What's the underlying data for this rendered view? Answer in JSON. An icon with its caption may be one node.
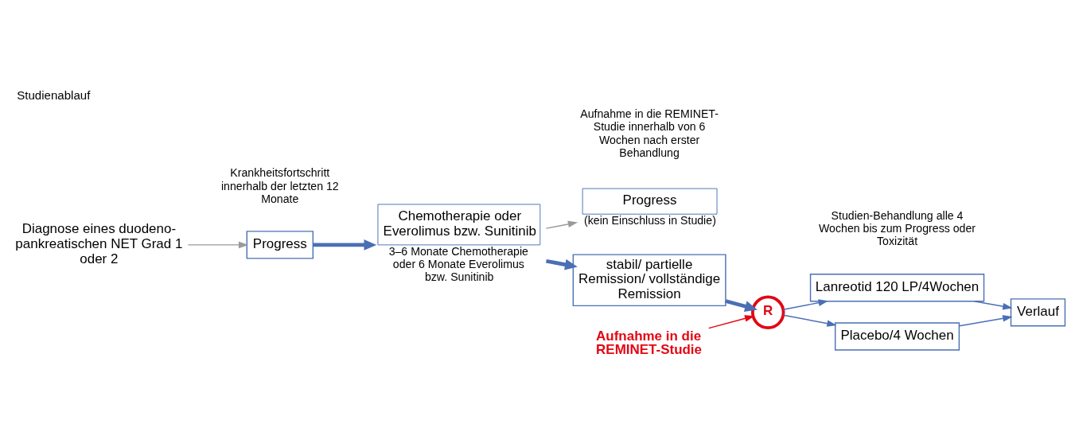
{
  "diagram": {
    "title": "Studienablauf",
    "nodes": [
      {
        "text": [
          "Diagnose eines duodeno-pankreatischen NET Grad 1 oder 2"
        ]
      },
      {
        "text": [
          "Progress"
        ]
      },
      {
        "text": [
          "Chemotherapie oder Everolimus bzw. Sunitinib"
        ],
        "beside": [
          "3–6 Monate Chemotherapie oder 6 Monate Everolimus bzw. Sunitinib"
        ]
      },
      {
        "text": [
          "Progress"
        ],
        "beside": [
          "(kein Einschluss in Studie)"
        ]
      },
      {
        "text": [
          "stabil/ partielle Remission/ vollständige Remission"
        ]
      },
      {
        "text": [
          "R"
        ]
      },
      {
        "text": [
          "Aufnahme in die REMINET-Studie"
        ]
      },
      {
        "text": [
          "Lanreotid 120 LP/4Wochen"
        ]
      },
      {
        "text": [
          "Placebo/4 Wochen"
        ]
      },
      {
        "text": [
          "Verlauf"
        ]
      }
    ],
    "edges": [
      {
        "from": 0,
        "to": 1,
        "arrow": "to",
        "color": "#9a9a9a"
      },
      {
        "from": 1,
        "to": 2,
        "arrow": "to",
        "style": "thick"
      },
      {
        "from": 2,
        "to": 3,
        "arrow": "to",
        "color": "#9a9a9a"
      },
      {
        "from": 2,
        "to": 4,
        "arrow": "to",
        "style": "thick"
      },
      {
        "from": 4,
        "to": 5,
        "arrow": "to",
        "style": "thick"
      },
      {
        "from": 6,
        "to": 5,
        "arrow": "to",
        "color": "#e30613"
      },
      {
        "from": 5,
        "to": 7,
        "arrow": "to"
      },
      {
        "from": 5,
        "to": 8,
        "arrow": "to"
      },
      {
        "from": 7,
        "to": 9,
        "arrow": "to"
      },
      {
        "from": 8,
        "to": 9,
        "arrow": "to"
      }
    ],
    "labels": [
      "Krankheitsfortschritt innerhalb der letzten 12 Monate",
      "Aufnahme in die REMINET-Studie innerhalb von 6 Wochen nach erster Behandlung",
      "Studien-Behandlung alle 4 Wochen bis zum Progress oder Toxizität"
    ]
  }
}
